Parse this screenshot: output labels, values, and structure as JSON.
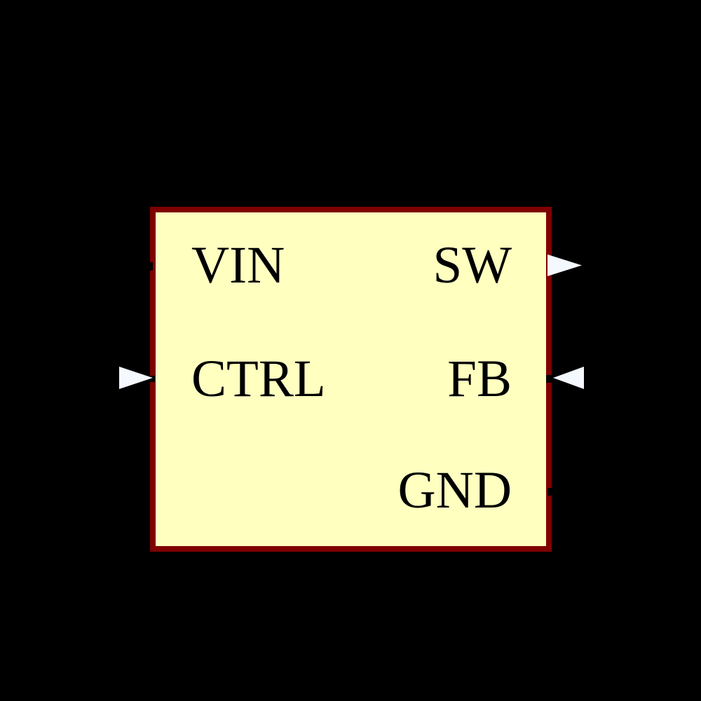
{
  "scene": {
    "background_color": "#000000"
  },
  "component": {
    "kind": "schematic-symbol",
    "body_fill": "#FFFFC0",
    "body_border_color": "#7F0000",
    "pin_arrow_color": "#F4F8FF",
    "label_color": "#000000",
    "pins": {
      "left": [
        {
          "label": "VIN",
          "connector": "stub"
        },
        {
          "label": "CTRL",
          "connector": "arrow-input"
        }
      ],
      "right": [
        {
          "label": "SW",
          "connector": "arrow-output"
        },
        {
          "label": "FB",
          "connector": "arrow-input"
        },
        {
          "label": "GND",
          "connector": "stub"
        }
      ]
    }
  }
}
